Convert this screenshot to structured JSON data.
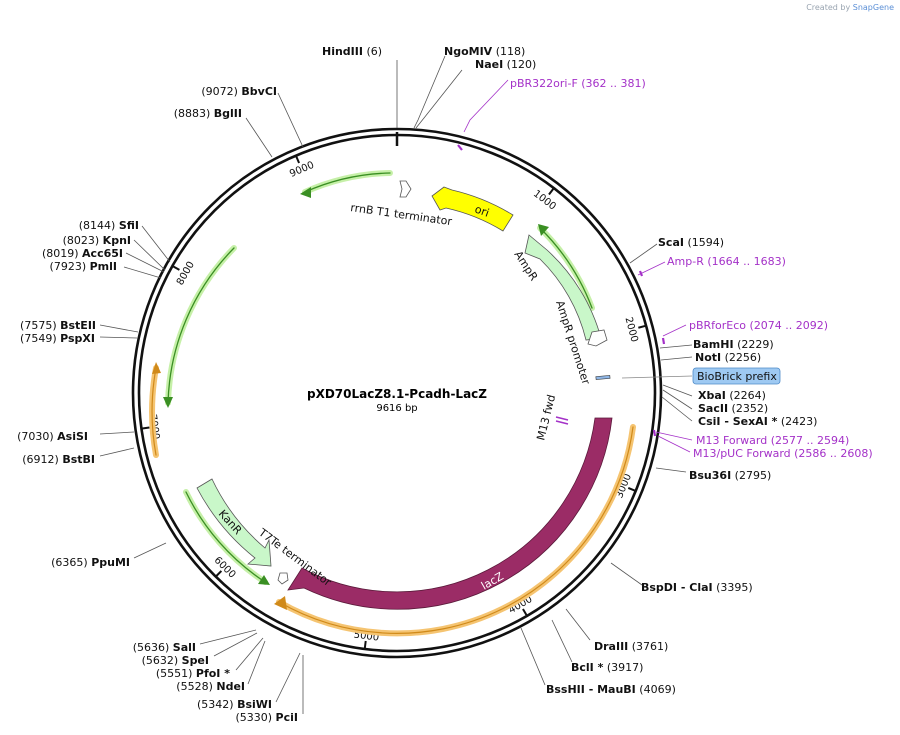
{
  "credit": {
    "prefix": "Created by",
    "brand": "SnapGene"
  },
  "plasmid": {
    "name": "pXD70LacZ8.1-Pcadh-LacZ",
    "size_label": "9616 bp",
    "length": 9616
  },
  "ticks": [
    "1000",
    "2000",
    "3000",
    "4000",
    "5000",
    "6000",
    "7000",
    "8000",
    "9000"
  ],
  "colors": {
    "ori": "#ffff00",
    "lacZ": "#9b2c66",
    "marker": "#c9f7c9",
    "orf": "#f5b04a",
    "green": "#4aa52e",
    "primer": "#a431c8",
    "biobrick": "#9ec9f2"
  },
  "sites": [
    {
      "pos": "(6)",
      "name": "HindIII",
      "extra": ""
    },
    {
      "pos": "(118)",
      "name": "NgoMIV",
      "extra": ""
    },
    {
      "pos": "(120)",
      "name": "NaeI",
      "extra": ""
    },
    {
      "pos": "(1594)",
      "name": "ScaI",
      "extra": ""
    },
    {
      "pos": "(2229)",
      "name": "BamHI",
      "extra": ""
    },
    {
      "pos": "(2256)",
      "name": "NotI",
      "extra": ""
    },
    {
      "pos": "(2264)",
      "name": "XbaI",
      "extra": ""
    },
    {
      "pos": "(2352)",
      "name": "SacII",
      "extra": ""
    },
    {
      "pos": "(2423)",
      "name": "CsiI",
      "extra": "- SexAI *"
    },
    {
      "pos": "(2795)",
      "name": "Bsu36I",
      "extra": ""
    },
    {
      "pos": "(3395)",
      "name": "BspDI",
      "extra": "- ClaI"
    },
    {
      "pos": "(3761)",
      "name": "DraIII",
      "extra": ""
    },
    {
      "pos": "(3917)",
      "name": "BclI *",
      "extra": ""
    },
    {
      "pos": "(4069)",
      "name": "BssHII",
      "extra": "- MauBI"
    },
    {
      "pos": "(5330)",
      "name": "PciI",
      "extra": ""
    },
    {
      "pos": "(5342)",
      "name": "BsiWI",
      "extra": ""
    },
    {
      "pos": "(5528)",
      "name": "NdeI",
      "extra": ""
    },
    {
      "pos": "(5551)",
      "name": "PfoI *",
      "extra": ""
    },
    {
      "pos": "(5632)",
      "name": "SpeI",
      "extra": ""
    },
    {
      "pos": "(5636)",
      "name": "SalI",
      "extra": ""
    },
    {
      "pos": "(6365)",
      "name": "PpuMI",
      "extra": ""
    },
    {
      "pos": "(6912)",
      "name": "BstBI",
      "extra": ""
    },
    {
      "pos": "(7030)",
      "name": "AsiSI",
      "extra": ""
    },
    {
      "pos": "(7549)",
      "name": "PspXI",
      "extra": ""
    },
    {
      "pos": "(7575)",
      "name": "BstEII",
      "extra": ""
    },
    {
      "pos": "(7923)",
      "name": "PmlI",
      "extra": ""
    },
    {
      "pos": "(8019)",
      "name": "Acc65I",
      "extra": ""
    },
    {
      "pos": "(8023)",
      "name": "KpnI",
      "extra": ""
    },
    {
      "pos": "(8144)",
      "name": "SfiI",
      "extra": ""
    },
    {
      "pos": "(8883)",
      "name": "BglII",
      "extra": ""
    },
    {
      "pos": "(9072)",
      "name": "BbvCI",
      "extra": ""
    }
  ],
  "primers": [
    {
      "name": "pBR322ori-F",
      "range": "(362 .. 381)"
    },
    {
      "name": "Amp-R",
      "range": "(1664 .. 1683)"
    },
    {
      "name": "pBRforEco",
      "range": "(2074 .. 2092)"
    },
    {
      "name": "M13 Forward",
      "range": "(2577 .. 2594)"
    },
    {
      "name": "M13/pUC Forward",
      "range": "(2586 .. 2608)"
    }
  ],
  "biobrick": "BioBrick prefix",
  "features": {
    "ori": "ori",
    "ampr": "AmpR",
    "ampr_promoter": "AmpR promoter",
    "rrnb": "rrnB T1 terminator",
    "m13fwd": "M13 fwd",
    "lacz": "lacZ",
    "kanr": "KanR",
    "t7te": "T7Te terminator"
  }
}
